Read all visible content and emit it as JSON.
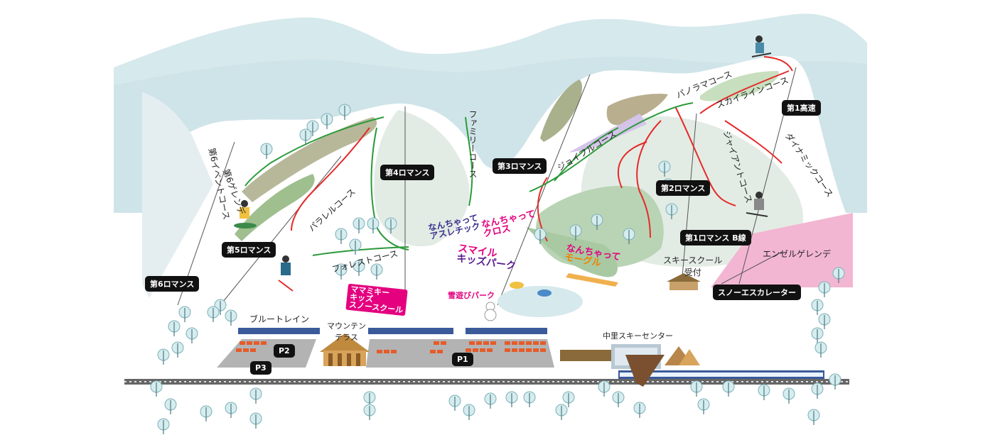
{
  "map": {
    "lifts": {
      "lift_1_express": "第1高速",
      "lift_2_romance": "第2ロマンス",
      "lift_3_romance": "第3ロマンス",
      "lift_4_romance": "第4ロマンス",
      "lift_5_romance": "第5ロマンス",
      "lift_6_romance": "第6ロマンス",
      "lift_1_romance_b": "第1ロマンス B線",
      "snow_escalator": "スノーエスカレーター"
    },
    "courses": {
      "panorama": "パノラマコース",
      "skyline": "スカイラインコース",
      "dynamic": "ダイナミックコース",
      "giant": "ジャイアントコース",
      "joyful": "ジョイフルコース",
      "family": "ファミリーコース",
      "parallel": "パラレルコース",
      "forest": "フォレストコース",
      "event_6": "第6イベントコース",
      "gelande_6": "第6ゲレンデ"
    },
    "parks": {
      "nanchatte_athletic_1": "なんちゃって",
      "nanchatte_athletic_2": "アスレチック",
      "nanchatte_cross_1": "なんちゃって",
      "nanchatte_cross_2": "クロス",
      "nanchatte_mogul_1": "なんちゃって",
      "nanchatte_mogul_2": "モーグル",
      "smile_kids_1": "スマイル",
      "smile_kids_2": "キッズパーク",
      "mamamiki_1": "ママミキー",
      "mamamiki_2": "キッズ",
      "mamamiki_3": "スノースクール",
      "snow_play": "雪遊びパーク"
    },
    "facilities": {
      "angel_gelande": "エンゼルゲレンデ",
      "ski_school_1": "スキースクール",
      "ski_school_2": "受付",
      "blue_train": "ブルートレイン",
      "mountain_terrace_1": "マウンテン",
      "mountain_terrace_2": "テラス",
      "ski_center": "中里スキーセンター"
    },
    "parking": {
      "p1": "P1",
      "p2": "P2",
      "p3": "P3"
    },
    "colors": {
      "sky_mountain": "#d6e9ec",
      "slope_white": "#ffffff",
      "slope_shade": "#e6efe8",
      "green_area": "#b9d4b4",
      "angel_pink": "#f2b6d2",
      "course_red": "#e52a2a",
      "course_green": "#2b9a3a",
      "lift_line": "#555555",
      "train_blue": "#3a5a9a",
      "parking_gray": "#b3b3b3",
      "fun_pink": "#e4007f",
      "fun_purple": "#5a1f8e",
      "fun_orange": "#f08200"
    }
  }
}
